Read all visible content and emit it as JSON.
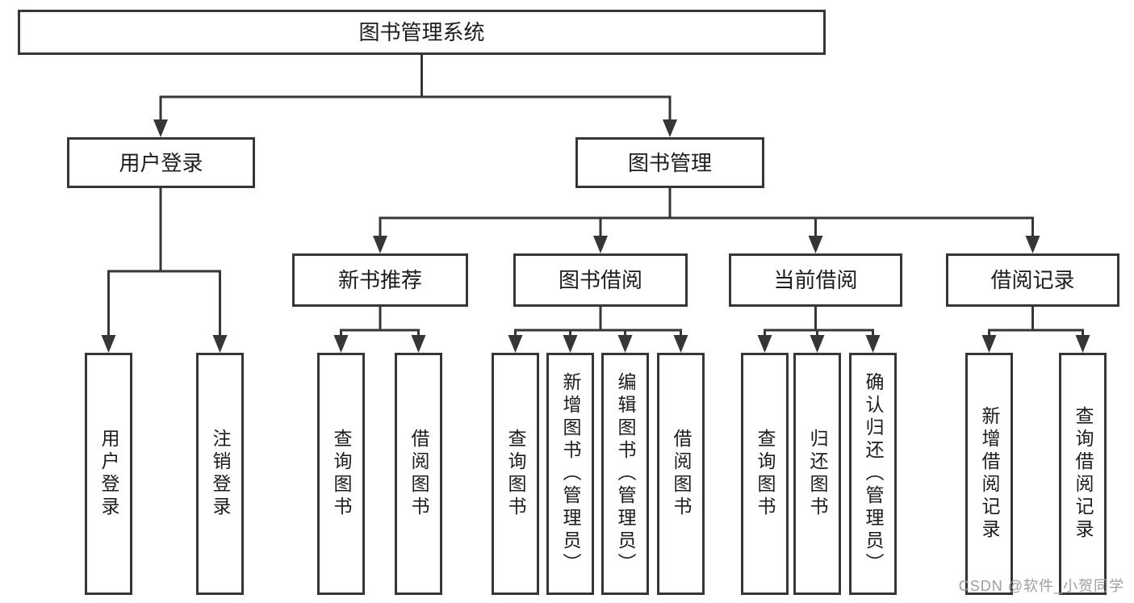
{
  "nodes": {
    "root": {
      "label": "图书管理系统"
    },
    "user_login": {
      "label": "用户登录"
    },
    "book_mgmt": {
      "label": "图书管理"
    },
    "new_books": {
      "label": "新书推荐"
    },
    "book_borrow": {
      "label": "图书借阅"
    },
    "current_borrow": {
      "label": "当前借阅"
    },
    "borrow_records": {
      "label": "借阅记录"
    },
    "leaf_user_login": {
      "label": "用户登录"
    },
    "leaf_logout": {
      "label": "注销登录"
    },
    "leaf_nb_query": {
      "label": "查询图书"
    },
    "leaf_nb_borrow": {
      "label": "借阅图书"
    },
    "leaf_bb_query": {
      "label": "查询图书"
    },
    "leaf_bb_add": {
      "label": "新增图书（管理员）"
    },
    "leaf_bb_edit": {
      "label": "编辑图书（管理员）"
    },
    "leaf_bb_borrow": {
      "label": "借阅图书"
    },
    "leaf_cb_query": {
      "label": "查询图书"
    },
    "leaf_cb_return": {
      "label": "归还图书"
    },
    "leaf_cb_confirm": {
      "label": "确认归还（管理员）"
    },
    "leaf_br_add": {
      "label": "新增借阅记录"
    },
    "leaf_br_query": {
      "label": "查询借阅记录"
    }
  },
  "hierarchy": {
    "图书管理系统": [
      "用户登录",
      "图书管理"
    ],
    "用户登录": [
      "用户登录",
      "注销登录"
    ],
    "图书管理": [
      "新书推荐",
      "图书借阅",
      "当前借阅",
      "借阅记录"
    ],
    "新书推荐": [
      "查询图书",
      "借阅图书"
    ],
    "图书借阅": [
      "查询图书",
      "新增图书（管理员）",
      "编辑图书（管理员）",
      "借阅图书"
    ],
    "当前借阅": [
      "查询图书",
      "归还图书",
      "确认归还（管理员）"
    ],
    "借阅记录": [
      "新增借阅记录",
      "查询借阅记录"
    ]
  },
  "watermark": {
    "text": "CSDN @软件_小贺同学"
  },
  "colors": {
    "line": "#363636",
    "text": "#1c1c1c",
    "box_background": "#ffffff",
    "page_background": "#ffffff",
    "watermark": "#9e9e9e"
  }
}
